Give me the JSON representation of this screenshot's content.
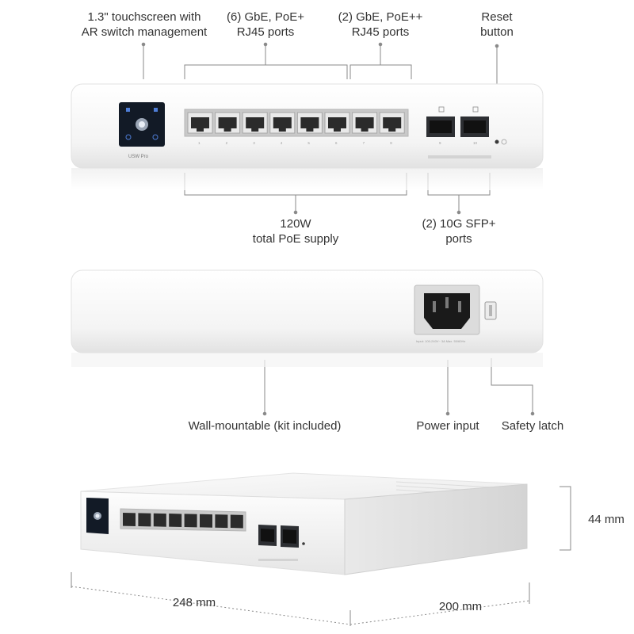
{
  "callouts": {
    "touchscreen": [
      "1.3\" touchscreen with",
      "AR switch management"
    ],
    "poe_plus": [
      "(6) GbE, PoE+",
      "RJ45 ports"
    ],
    "poe_plusplus": [
      "(2) GbE, PoE++",
      "RJ45 ports"
    ],
    "reset": [
      "Reset",
      "button"
    ],
    "poe_supply": [
      "120W",
      "total PoE supply"
    ],
    "sfp": [
      "(2) 10G SFP+",
      "ports"
    ],
    "wall_mount": "Wall-mountable (kit included)",
    "power_input": "Power input",
    "safety_latch": "Safety latch"
  },
  "dimensions": {
    "height": "44 mm",
    "width": "248 mm",
    "depth": "200 mm"
  },
  "device": {
    "model_label": "USW Pro",
    "port_labels": [
      "1",
      "2",
      "3",
      "4",
      "5",
      "6",
      "7",
      "8"
    ],
    "sfp_labels": [
      "9",
      "10"
    ],
    "power_rating": "Input: 100-240V~ 3A Max. 50/60Hz"
  }
}
